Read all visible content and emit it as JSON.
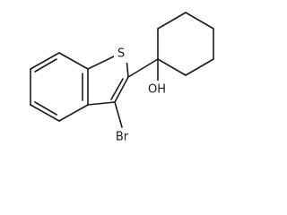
{
  "molecule": {
    "atoms": {
      "sulfur": "S",
      "hydroxyl": "OH",
      "bromine": "Br"
    }
  }
}
